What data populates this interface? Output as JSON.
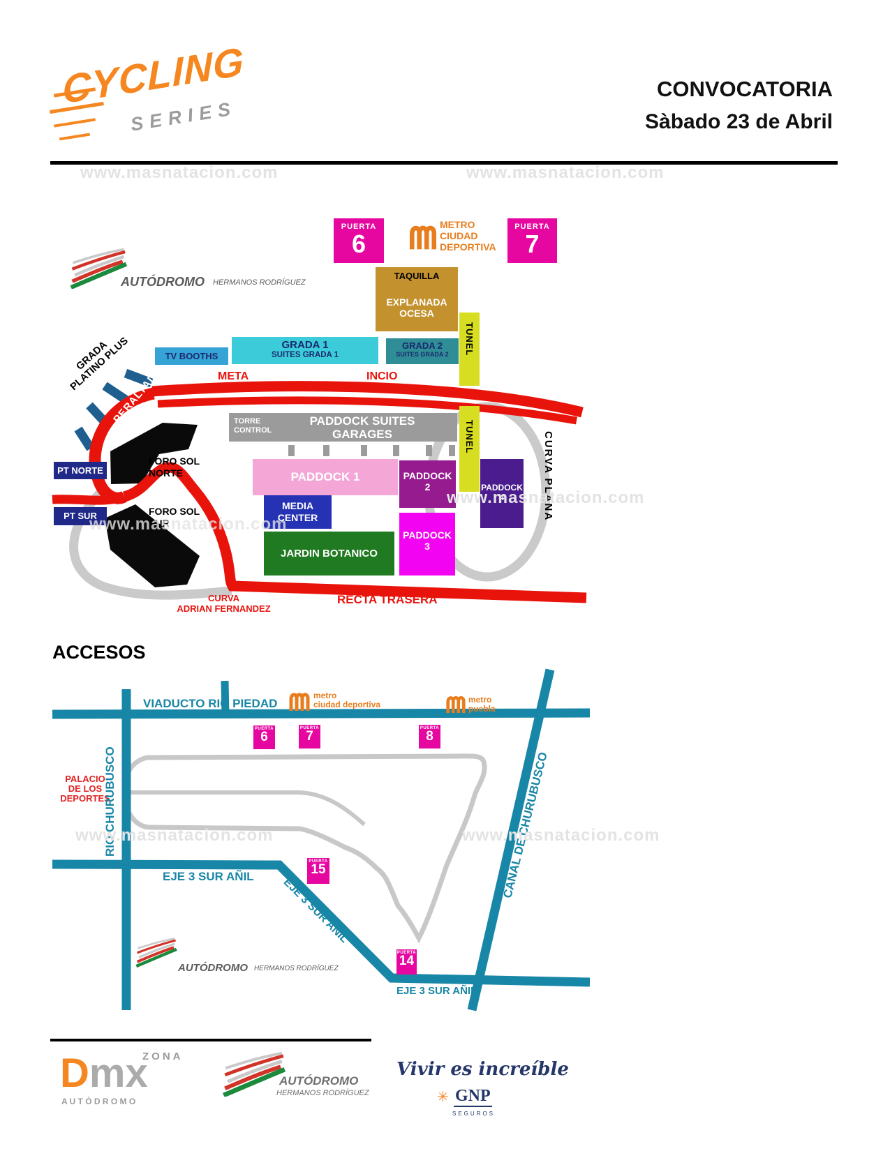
{
  "colors": {
    "accent_orange": "#F6861F",
    "metro_orange": "#E87D1E",
    "puerta_magenta": "#E607A0",
    "track_red": "#E8140C",
    "track_gray": "#CACACA",
    "street_teal": "#1886A6",
    "tunnel_yellow": "#D7DE21",
    "explanada_tan": "#C3922E",
    "grada1_cyan": "#3CCBD9",
    "grada2_teal": "#2F8D95",
    "tvbooths_blue": "#35A3D5",
    "paddock1_pink": "#F4A7D7",
    "paddock2_purple": "#951B8F",
    "paddock3_magenta": "#F203F2",
    "paddock4_indigo": "#4A1C8E",
    "media_blue": "#2632B4",
    "jardin_green": "#207A21",
    "pt_navy": "#202888",
    "garages_gray": "#9B9B9B",
    "platino_blue": "#1F5F8F",
    "label_red": "#E02424",
    "gnp_navy": "#253668"
  },
  "header": {
    "logo_line1": "CYCLING",
    "logo_line2": "SERIES",
    "title_line1": "CONVOCATORIA",
    "title_line2": "Sàbado 23 de Abril"
  },
  "watermark": "www.masnatacion.com",
  "map1": {
    "puerta6_label": "PUERTA",
    "puerta6_number": "6",
    "puerta7_label": "PUERTA",
    "puerta7_number": "7",
    "metro_station": {
      "line1": "METRO",
      "line2": "CIUDAD",
      "line3": "DEPORTIVA"
    },
    "taquilla": "TAQUILLA",
    "explanada_line1": "EXPLANADA",
    "explanada_line2": "OCESA",
    "autodromo_name": "AUTÓDROMO",
    "autodromo_sub": "HERMANOS RODRÍGUEZ",
    "tv_booths": "TV BOOTHS",
    "grada1_line1": "GRADA 1",
    "grada1_line2": "SUITES GRADA 1",
    "grada2_line1": "GRADA 2",
    "grada2_line2": "SUITES GRADA 2",
    "tunel": "TUNEL",
    "meta": "META",
    "incio": "INCIO",
    "grada_platino_line1": "GRADA",
    "grada_platino_line2": "PLATINO PLUS",
    "peraltada": "PERALTADA",
    "torre_line1": "TORRE",
    "torre_line2": "CONTROL",
    "garages_line1": "PADDOCK SUITES",
    "garages_line2": "GARAGES",
    "paddock1": "PADDOCK 1",
    "paddock2_line1": "PADDOCK",
    "paddock2_line2": "2",
    "paddock3_line1": "PADDOCK",
    "paddock3_line2": "3",
    "paddock4_line1": "PADDOCK",
    "paddock4_line2": "4",
    "pt_norte": "PT NORTE",
    "pt_sur": "PT SUR",
    "foro_norte_line1": "FORO SOL",
    "foro_norte_line2": "NORTE",
    "foro_sur_line1": "FORO SOL",
    "foro_sur_line2": "SUR",
    "media_line1": "MEDIA",
    "media_line2": "CENTER",
    "jardin": "JARDIN BOTANICO",
    "curva_plana": "CURVA PLANA",
    "recta_trasera": "RECTA TRASERA",
    "curva_adrian_line1": "CURVA",
    "curva_adrian_line2": "ADRIAN FERNANDEZ"
  },
  "accesos": {
    "heading": "ACCESOS",
    "viaducto": "VIADUCTO RIO PIEDAD",
    "metro_cd_line1": "metro",
    "metro_cd_line2": "ciudad deportiva",
    "metro_puebla_line1": "metro",
    "metro_puebla_line2": "puebla",
    "palacio_line1": "PALACIO",
    "palacio_line2": "DE LOS",
    "palacio_line3": "DEPORTES",
    "rio_churubusco": "RIO CHURUBUSCO",
    "canal_churubusco": "CANAL DE CHURUBUSCO",
    "eje3_mid": "EJE 3 SUR AÑIL",
    "eje3_diag": "EJE 3 SUR AÑIL",
    "eje3_bottom": "EJE 3 SUR AÑIL",
    "puerta_label": "PUERTA",
    "puertas": [
      {
        "number": "6"
      },
      {
        "number": "7"
      },
      {
        "number": "8"
      },
      {
        "number": "15"
      },
      {
        "number": "14"
      }
    ],
    "autodromo_name": "AUTÓDROMO",
    "autodromo_sub": "HERMANOS RODRÍGUEZ"
  },
  "footer": {
    "dmx_zona": "ZONA",
    "dmx_d": "D",
    "dmx_mx": "mx",
    "dmx_sub": "A U T Ó D R O M O",
    "autodromo_name": "AUTÓDROMO",
    "autodromo_sub": "HERMANOS RODRÍGUEZ",
    "gnp_slogan": "Vivir es increíble",
    "gnp_brand": "GNP",
    "gnp_sub": "SEGUROS"
  }
}
